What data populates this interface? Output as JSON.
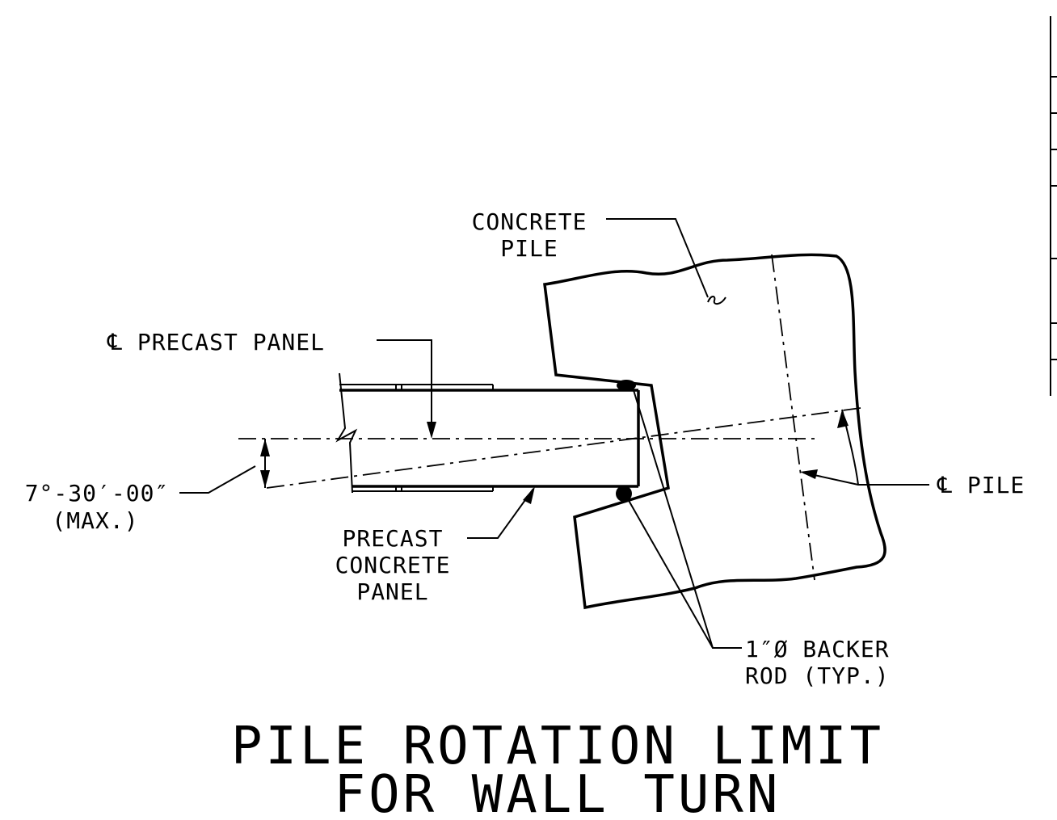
{
  "labels": {
    "concrete_pile": [
      "CONCRETE",
      "PILE"
    ],
    "cl_precast_panel": "℄ PRECAST PANEL",
    "angle": "7°-30′-00″",
    "angle_note": "(MAX.)",
    "precast_concrete_panel": [
      "PRECAST",
      "CONCRETE",
      "PANEL"
    ],
    "cl_pile": "℄ PILE",
    "backer_rod": [
      "1″Ø BACKER",
      "ROD (TYP.)"
    ]
  },
  "title": [
    "PILE ROTATION LIMIT",
    "FOR WALL TURN"
  ]
}
